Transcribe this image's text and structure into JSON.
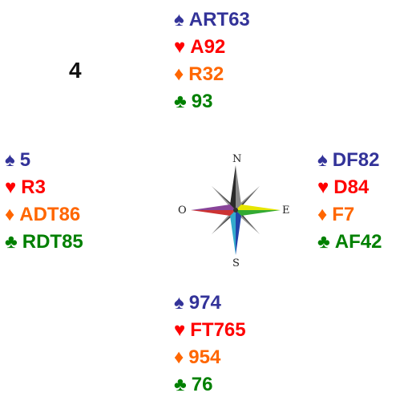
{
  "board": {
    "number": "4"
  },
  "suit_colors": {
    "spades": "#333399",
    "hearts": "#ff0000",
    "diamonds": "#ff6600",
    "clubs": "#008000"
  },
  "suit_symbols": {
    "spades": "♠",
    "hearts": "♥",
    "diamonds": "♦",
    "clubs": "♣"
  },
  "hands": {
    "north": {
      "spades": "ART63",
      "hearts": "A92",
      "diamonds": "R32",
      "clubs": "93"
    },
    "west": {
      "spades": "5",
      "hearts": "R3",
      "diamonds": "ADT86",
      "clubs": "RDT85"
    },
    "east": {
      "spades": "DF82",
      "hearts": "D84",
      "diamonds": "F7",
      "clubs": "AF42"
    },
    "south": {
      "spades": "974",
      "hearts": "FT765",
      "diamonds": "954",
      "clubs": "76"
    }
  },
  "compass": {
    "north": "N",
    "east": "E",
    "south": "S",
    "west": "O"
  }
}
